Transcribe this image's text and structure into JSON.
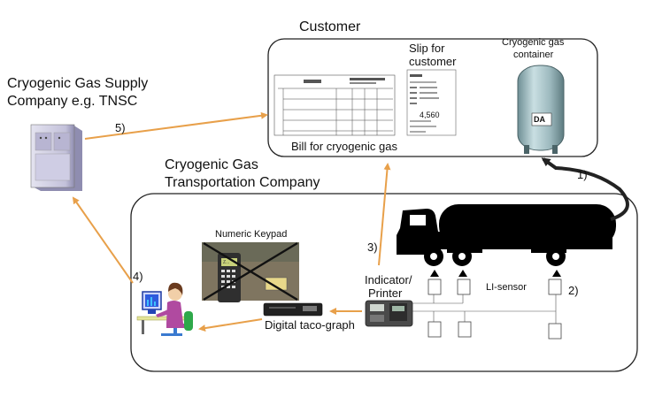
{
  "diagram": {
    "customer_label": "Customer",
    "supply_company_label_line1": "Cryogenic Gas Supply",
    "supply_company_label_line2": "Company e.g. TNSC",
    "transport_company_label_line1": "Cryogenic Gas",
    "transport_company_label_line2": "Transportation Company",
    "bill_label": "Bill for cryogenic gas",
    "slip_label_line1": "Slip for",
    "slip_label_line2": "customer",
    "container_label_line1": "Cryogenic gas",
    "container_label_line2": "container",
    "keypad_label": "Numeric Keypad",
    "indicator_label_line1": "Indicator/",
    "indicator_label_line2": "Printer",
    "sensor_label": "LI-sensor",
    "tacograph_label": "Digital taco-graph",
    "step1": "1)",
    "step2": "2)",
    "step3": "3)",
    "step4": "4)",
    "step5": "5)",
    "container_logo": "DA",
    "slip_amount": "4,560",
    "keypad_screen_text": "Z..."
  },
  "colors": {
    "arrow": "#e8a04a",
    "frame": "#222222",
    "truck": "#000000",
    "tank_body": "#a9c4c9",
    "cabinet": "#c9c7de"
  }
}
